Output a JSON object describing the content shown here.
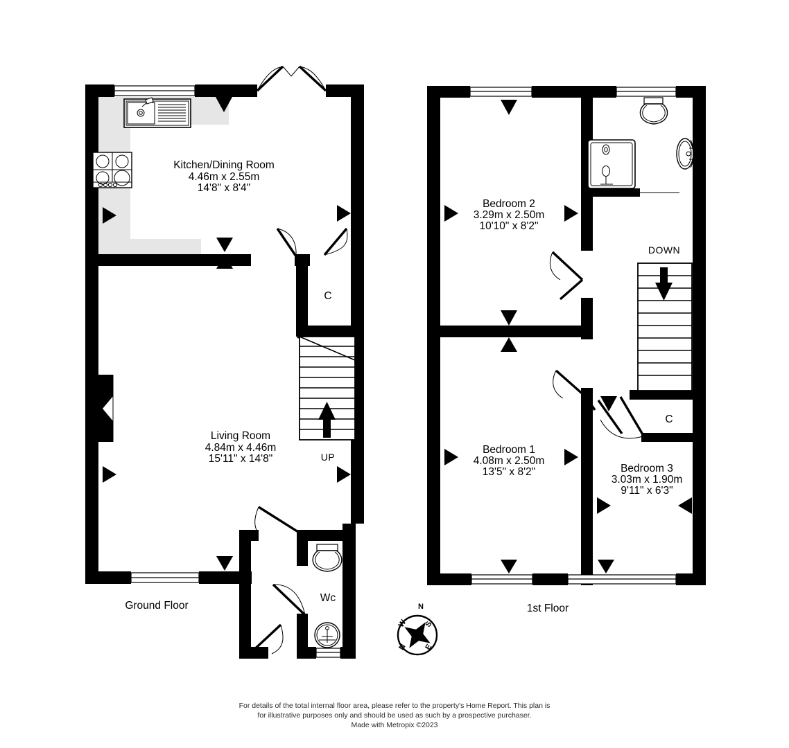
{
  "document": {
    "type": "floor-plan",
    "provider": "Metropix",
    "copyright_year": "2023"
  },
  "floors": [
    {
      "id": "ground",
      "label": "Ground Floor",
      "rooms": [
        {
          "name": "Kitchen/Dining Room",
          "dim_metric": "4.46m  x 2.55m",
          "dim_imperial": "14'8\"  x 8'4\""
        },
        {
          "name": "Living Room",
          "dim_metric": "4.84m  x 4.46m",
          "dim_imperial": "15'11\"  x 14'8\""
        },
        {
          "name": "Wc",
          "dim_metric": "",
          "dim_imperial": ""
        }
      ],
      "closet_label": "C",
      "stair_label": "UP"
    },
    {
      "id": "first",
      "label": "1st Floor",
      "rooms": [
        {
          "name": "Bedroom 2",
          "dim_metric": "3.29m  x 2.50m",
          "dim_imperial": "10'10\"  x 8'2\""
        },
        {
          "name": "Bedroom 1",
          "dim_metric": "4.08m  x 2.50m",
          "dim_imperial": "13'5\"  x 8'2\""
        },
        {
          "name": "Bedroom 3",
          "dim_metric": "3.03m  x 1.90m",
          "dim_imperial": "9'11\"  x 6'3\""
        }
      ],
      "closet_label": "C",
      "stair_label": "DOWN"
    }
  ],
  "compass": {
    "north": "N",
    "east": "E",
    "south": "S",
    "west": "W"
  },
  "footer": {
    "line1": "For details of the total internal floor area, please refer to the property's Home Report. This plan is",
    "line2": "for illustrative purposes only and should be used as such by a prospective purchaser.",
    "line3": "Made with Metropix ©2023"
  },
  "colors": {
    "wall": "#000000",
    "kitchen_floor": "#e6e6e6",
    "background": "#ffffff"
  }
}
